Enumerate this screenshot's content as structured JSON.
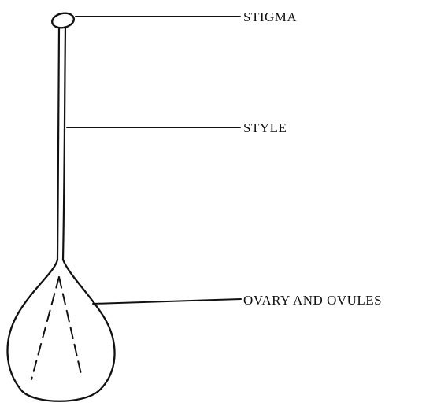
{
  "labels": {
    "stigma": "STIGMA",
    "style": "STYLE",
    "ovary": "OVARY AND OVULES"
  },
  "colors": {
    "ink": "#111111",
    "background": "#ffffff"
  }
}
